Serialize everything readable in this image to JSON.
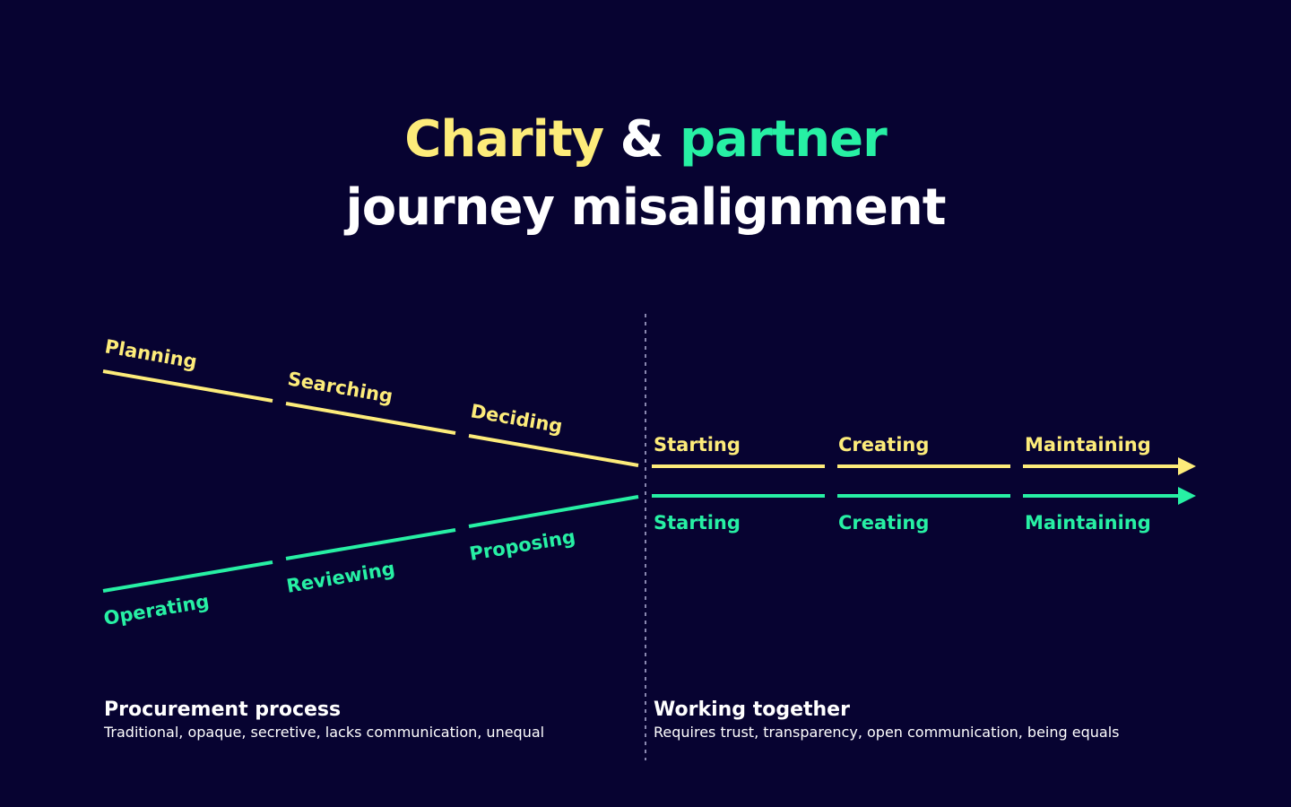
{
  "title": {
    "charity": "Charity",
    "amp": "&",
    "partner": "partner",
    "line2": "journey misalignment"
  },
  "colors": {
    "background": "#070331",
    "charity": "#fdec7a",
    "partner": "#27f0a4",
    "text": "#ffffff",
    "divider": "#8a88b0"
  },
  "charity_stages_converging": [
    "Planning",
    "Searching",
    "Deciding"
  ],
  "partner_stages_converging": [
    "Operating",
    "Reviewing",
    "Proposing"
  ],
  "charity_stages_together": [
    "Starting",
    "Creating",
    "Maintaining"
  ],
  "partner_stages_together": [
    "Starting",
    "Creating",
    "Maintaining"
  ],
  "left_section": {
    "heading": "Procurement process",
    "description": "Traditional, opaque, secretive, lacks communication, unequal"
  },
  "right_section": {
    "heading": "Working together",
    "description": "Requires trust, transparency, open communication, being equals"
  }
}
